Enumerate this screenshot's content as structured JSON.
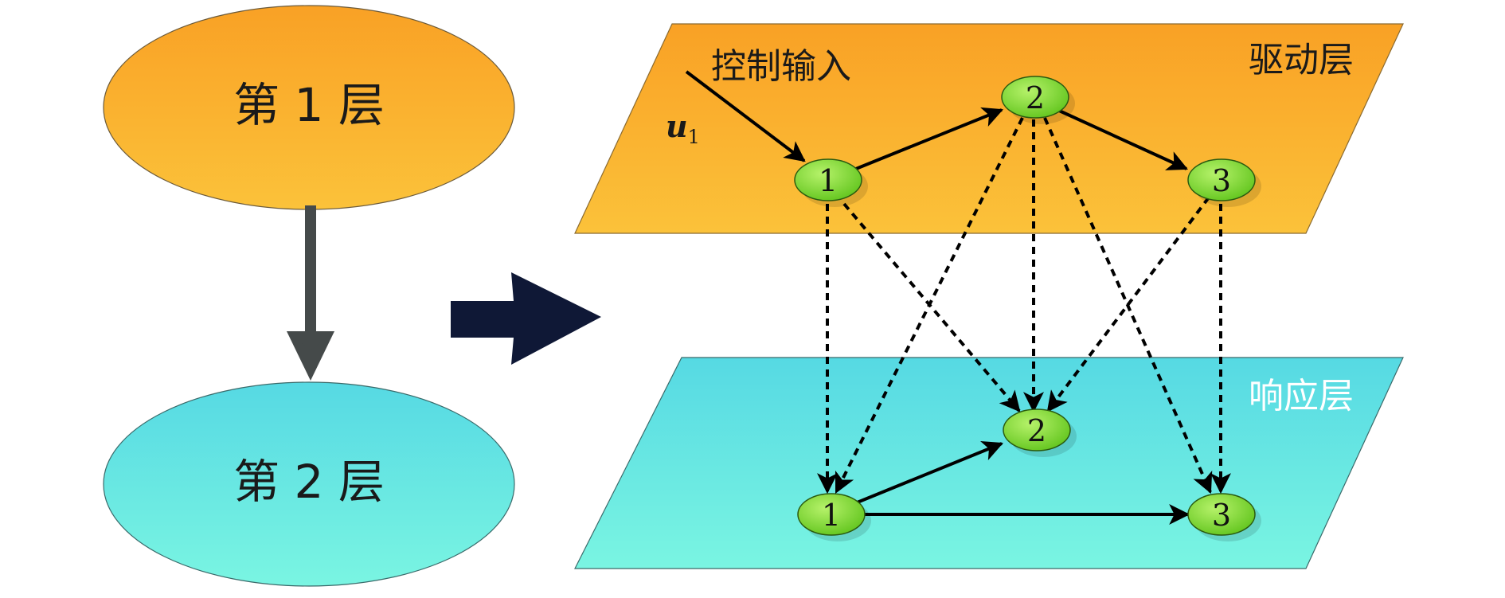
{
  "left": {
    "layer1_label": "第 1 层",
    "layer2_label": "第 2 层"
  },
  "right": {
    "drive_layer_label": "驱动层",
    "response_layer_label": "响应层",
    "control_input_label": "控制输入",
    "input_symbol": "u",
    "input_subscript": "1",
    "drive_nodes": [
      "1",
      "2",
      "3"
    ],
    "response_nodes": [
      "1",
      "2",
      "3"
    ]
  },
  "colors": {
    "orange_top": "#F9A125",
    "orange_bottom": "#FBC23A",
    "cyan_top": "#56D9E3",
    "cyan_bottom": "#7AF5E2",
    "node_green": "#7CDA2E",
    "arrow_dark": "#0F1836",
    "arrow_gray": "#454A4A"
  }
}
